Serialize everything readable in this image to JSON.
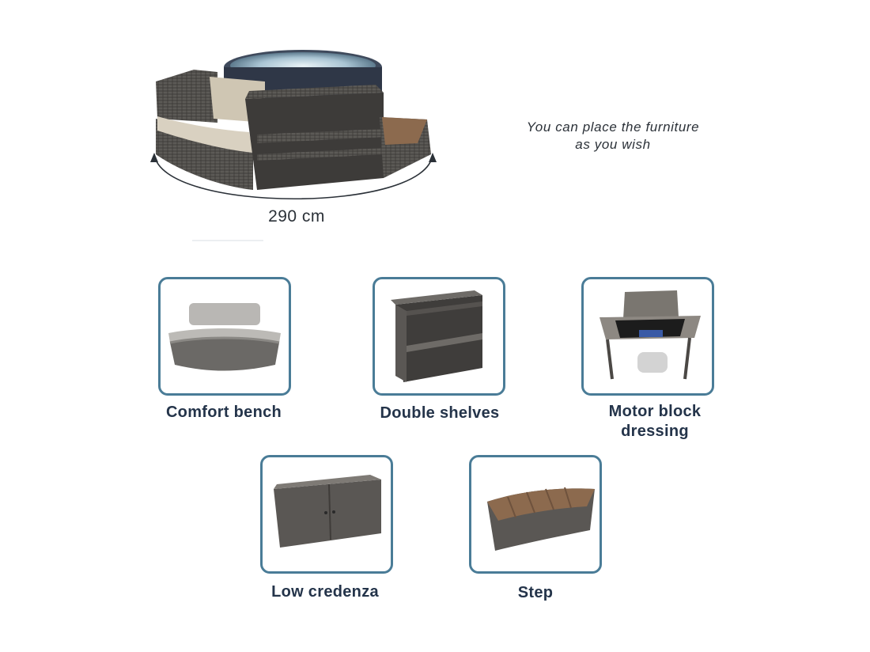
{
  "hero": {
    "dimension_label": "290 cm",
    "caption_lines": [
      "You can place the furniture",
      "as you wish"
    ]
  },
  "items": [
    {
      "label_lines": [
        "Comfort bench"
      ],
      "icon": "comfort-bench-image"
    },
    {
      "label_lines": [
        "Double shelves"
      ],
      "icon": "double-shelves-image"
    },
    {
      "label_lines": [
        "Motor block",
        "dressing"
      ],
      "icon": "motor-block-dressing-image"
    },
    {
      "label_lines": [
        "Low credenza"
      ],
      "icon": "low-credenza-image"
    },
    {
      "label_lines": [
        "Step"
      ],
      "icon": "step-image"
    }
  ],
  "colors": {
    "tile_border": "#4a7c97",
    "label_text": "#24344a",
    "rattan_dark": "#4d4d4d",
    "cushion": "#d8d0bf",
    "wood": "#8c6a4e"
  }
}
